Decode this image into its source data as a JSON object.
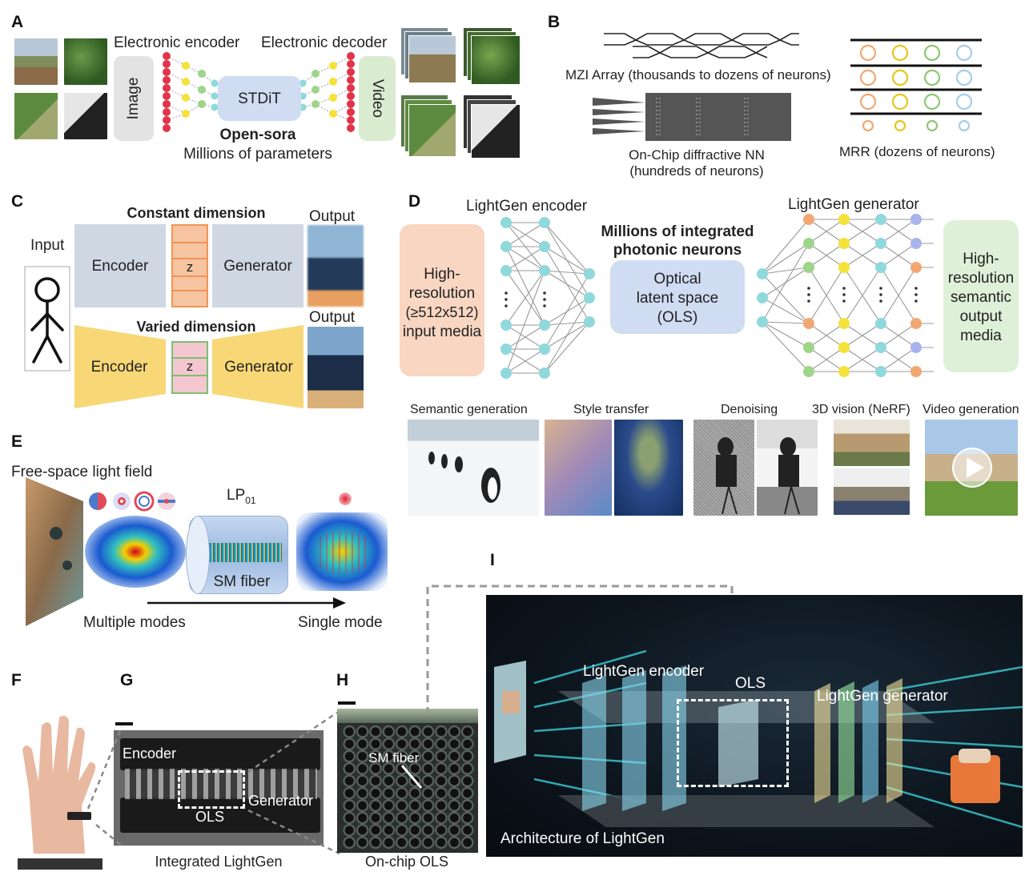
{
  "panels": {
    "a": "A",
    "b": "B",
    "c": "C",
    "d": "D",
    "e": "E",
    "f": "F",
    "g": "G",
    "h": "H",
    "i": "I"
  },
  "a": {
    "encoder_title": "Electronic encoder",
    "decoder_title": "Electronic decoder",
    "image_label": "Image",
    "video_label": "Video",
    "core_label": "STDiT",
    "model_name": "Open-sora",
    "model_params": "Millions of parameters"
  },
  "b": {
    "mzi_caption": "MZI Array (thousands to dozens of neurons)",
    "diffractive_caption_1": "On-Chip diffractive NN",
    "diffractive_caption_2": "(hundreds of neurons)",
    "mrr_caption": "MRR (dozens of neurons)"
  },
  "c": {
    "input_label": "Input",
    "output_label_top": "Output",
    "output_label_bottom": "Output",
    "constant_title": "Constant dimension",
    "varied_title": "Varied dimension",
    "encoder_label": "Encoder",
    "generator_label": "Generator",
    "latent_label": "z"
  },
  "d": {
    "encoder_title": "LightGen encoder",
    "generator_title": "LightGen generator",
    "input_box": [
      "High-",
      "resolution",
      "(≥512x512)",
      "input media"
    ],
    "neurons_title_1": "Millions of integrated",
    "neurons_title_2": "photonic neurons",
    "ols_box": [
      "Optical",
      "latent space",
      "(OLS)"
    ],
    "output_box": [
      "High-",
      "resolution",
      "semantic",
      "output",
      "media"
    ],
    "tasks": [
      "Semantic generation",
      "Style transfer",
      "Denoising",
      "3D vision (NeRF)",
      "Video generation"
    ]
  },
  "e": {
    "field_label": "Free-space light field",
    "mode_label": "LP",
    "mode_sub": "01",
    "fiber_label": "SM fiber",
    "multi_label": "Multiple modes",
    "single_label": "Single mode"
  },
  "g": {
    "encoder": "Encoder",
    "generator": "Generator",
    "ols": "OLS",
    "caption": "Integrated LightGen"
  },
  "h": {
    "fiber": "SM fiber",
    "caption": "On-chip OLS"
  },
  "i": {
    "encoder": "LightGen encoder",
    "ols": "OLS",
    "generator": "LightGen generator",
    "caption": "Architecture of LightGen"
  },
  "colors": {
    "red": "#e0344a",
    "yellow": "#f4e23a",
    "green": "#9fd48a",
    "cyan": "#8fd8dc",
    "peach": "#f8d6c2",
    "blue_box": "#cfdcf2",
    "mint": "#dff0d8",
    "orange": "#f2a772",
    "pink": "#f4c6d0",
    "sand": "#f8d776"
  }
}
